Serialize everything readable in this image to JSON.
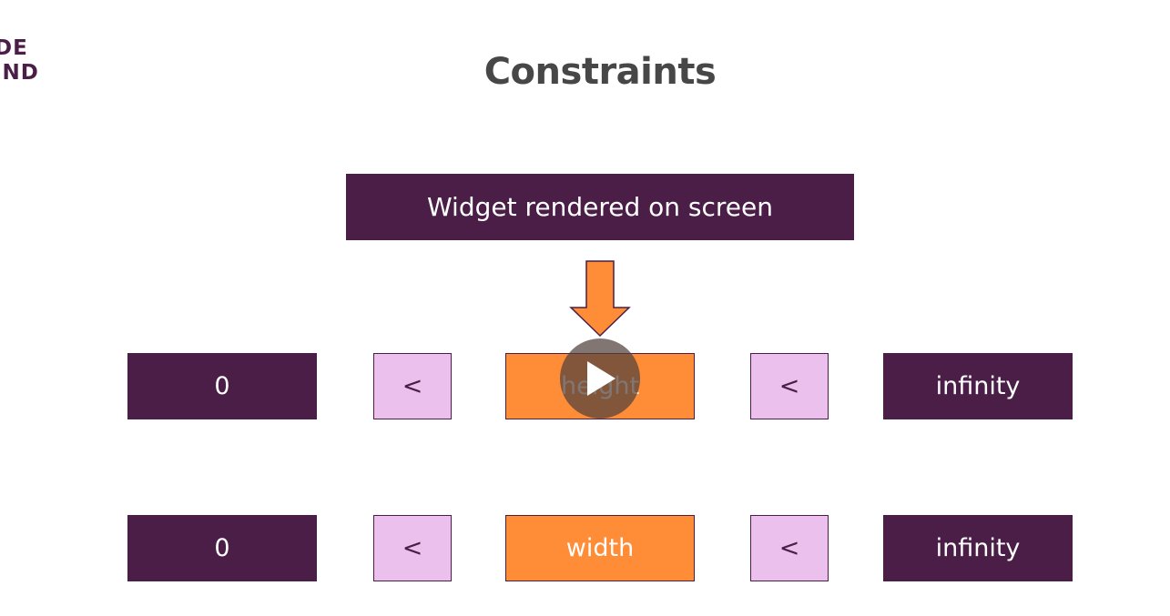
{
  "logo": {
    "line1": "DE",
    "line2": "IND"
  },
  "slide": {
    "title": "Constraints",
    "header_box_label": "Widget rendered on screen",
    "rows": [
      {
        "min": "0",
        "op_left": "<",
        "dimension": "height",
        "op_right": "<",
        "max": "infinity"
      },
      {
        "min": "0",
        "op_left": "<",
        "dimension": "width",
        "op_right": "<",
        "max": "infinity"
      }
    ]
  },
  "player": {
    "icon": "play-icon"
  },
  "colors": {
    "dark_purple": "#4a1e47",
    "light_pink": "#ecc0ec",
    "orange": "#ff8c37",
    "title_gray": "#474747"
  }
}
